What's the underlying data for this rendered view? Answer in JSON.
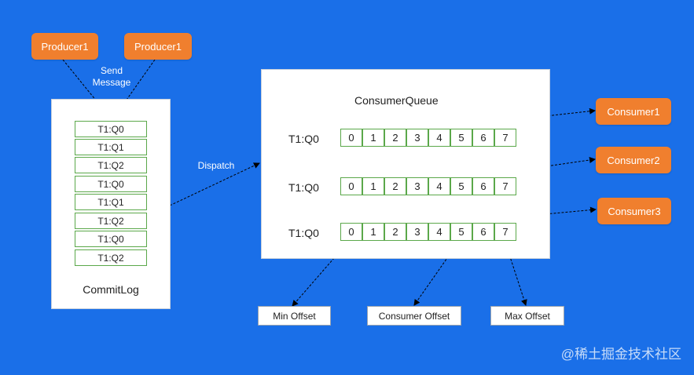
{
  "producers": [
    "Producer1",
    "Producer1"
  ],
  "send_message_label": "Send\nMessage",
  "commitlog": {
    "title": "CommitLog",
    "entries": [
      "T1:Q0",
      "T1:Q1",
      "T1:Q2",
      "T1:Q0",
      "T1:Q1",
      "T1:Q2",
      "T1:Q0",
      "T1:Q2"
    ]
  },
  "dispatch_label": "Dispatch",
  "consumer_queue": {
    "title": "ConsumerQueue",
    "queues": [
      {
        "label": "T1:Q0",
        "cells": [
          "0",
          "1",
          "2",
          "3",
          "4",
          "5",
          "6",
          "7"
        ]
      },
      {
        "label": "T1:Q0",
        "cells": [
          "0",
          "1",
          "2",
          "3",
          "4",
          "5",
          "6",
          "7"
        ]
      },
      {
        "label": "T1:Q0",
        "cells": [
          "0",
          "1",
          "2",
          "3",
          "4",
          "5",
          "6",
          "7"
        ]
      }
    ]
  },
  "consumers": [
    "Consumer1",
    "Consumer2",
    "Consumer3"
  ],
  "offsets": {
    "min": "Min Offset",
    "consumer": "Consumer Offset",
    "max": "Max Offset"
  },
  "watermark": "@稀土掘金技术社区",
  "colors": {
    "background": "#1a6fe8",
    "node_orange": "#f07f2e",
    "cell_border": "#5ba84a"
  }
}
